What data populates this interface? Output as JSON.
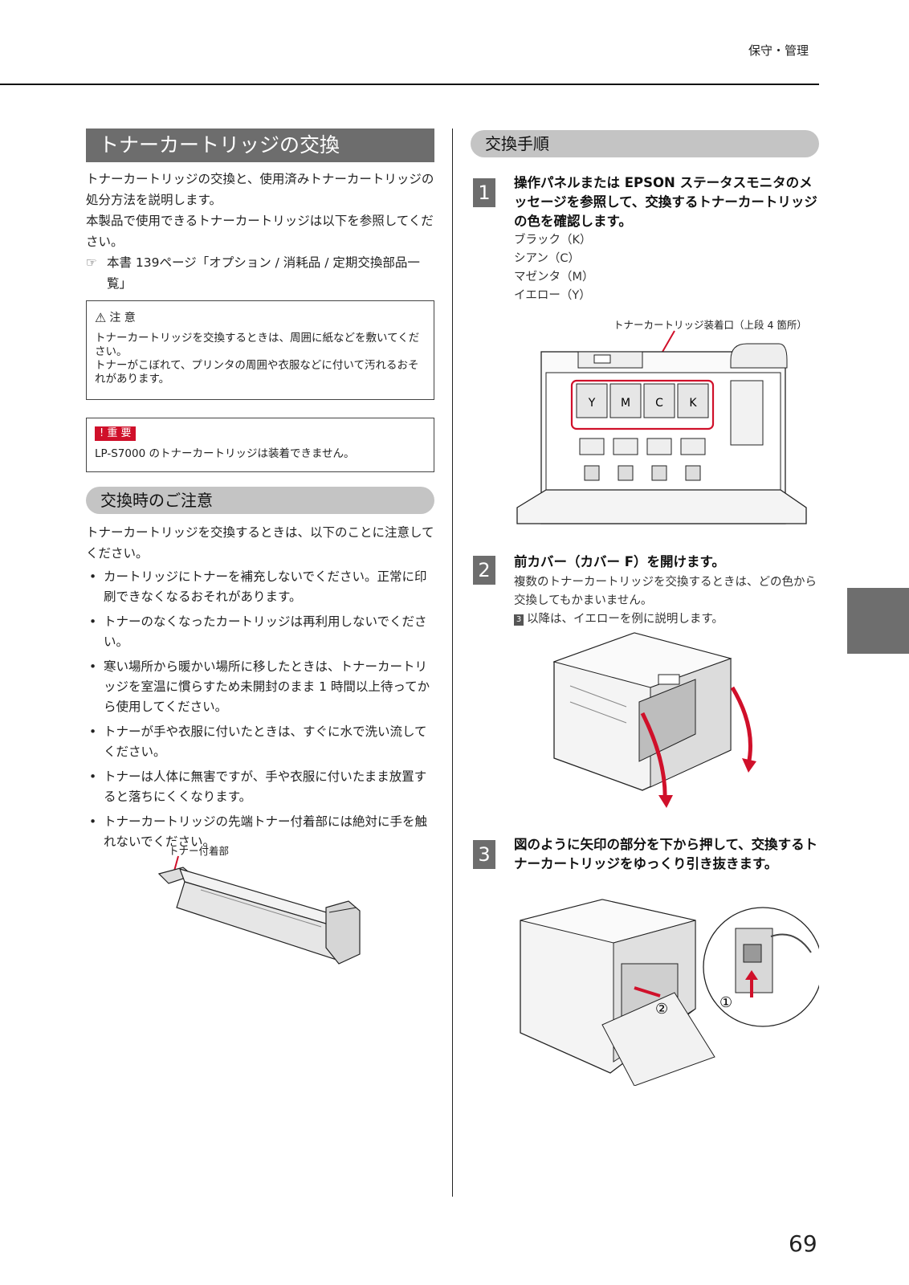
{
  "header": {
    "section": "保守・管理",
    "page_number": "69"
  },
  "left": {
    "title": "トナーカートリッジの交換",
    "intro": [
      "トナーカートリッジの交換と、使用済みトナーカートリッジの処分方法を説明します。",
      "本製品で使用できるトナーカートリッジは以下を参照してください。"
    ],
    "reference": "本書 139ページ「オプション / 消耗品 / 定期交換部品一覧」",
    "caution": {
      "title": "注 意",
      "lines": [
        "トナーカートリッジを交換するときは、周囲に紙などを敷いてください。",
        "トナーがこぼれて、プリンタの周囲や衣服などに付いて汚れるおそれがあります。"
      ]
    },
    "important": {
      "title": "重 要",
      "text": "LP-S7000 のトナーカートリッジは装着できません。"
    },
    "notes_title": "交換時のご注意",
    "notes_intro": "トナーカートリッジを交換するときは、以下のことに注意してください。",
    "bullets": [
      "カートリッジにトナーを補充しないでください。正常に印刷できなくなるおそれがあります。",
      "トナーのなくなったカートリッジは再利用しないでください。",
      "寒い場所から暖かい場所に移したときは、トナーカートリッジを室温に慣らすため未開封のまま 1 時間以上待ってから使用してください。",
      "トナーが手や衣服に付いたときは、すぐに水で洗い流してください。",
      "トナーは人体に無害ですが、手や衣服に付いたまま放置すると落ちにくくなります。",
      "トナーカートリッジの先端トナー付着部には絶対に手を触れないでください。"
    ],
    "figure_label": "トナー付着部"
  },
  "right": {
    "title": "交換手順",
    "step1": {
      "num": "1",
      "title": "操作パネルまたは EPSON ステータスモニタのメッセージを参照して、交換するトナーカートリッジの色を確認します。",
      "colors": [
        "ブラック（K）",
        "シアン（C）",
        "マゼンタ（M）",
        "イエロー（Y）"
      ],
      "figure_label": "トナーカートリッジ装着口（上段 4 箇所）",
      "slots": [
        "Y",
        "M",
        "C",
        "K"
      ]
    },
    "step2": {
      "num": "2",
      "title": "前カバー（カバー F）を開けます。",
      "sub": "複数のトナーカートリッジを交換するときは、どの色から交換してもかまいません。",
      "note_ref": "3",
      "note": "以降は、イエローを例に説明します。"
    },
    "step3": {
      "num": "3",
      "title": "図のように矢印の部分を下から押して、交換するトナーカートリッジをゆっくり引き抜きます。",
      "marks": [
        "①",
        "②"
      ]
    }
  }
}
